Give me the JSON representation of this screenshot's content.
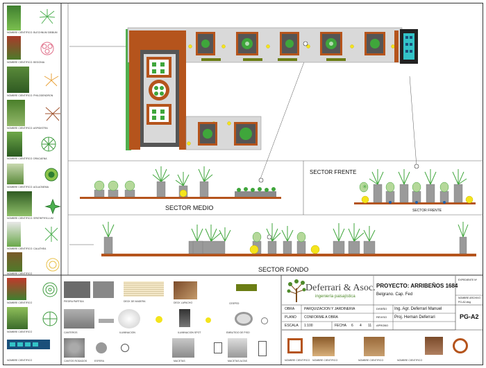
{
  "sectors": {
    "medio": "SECTOR MEDIO",
    "frente": "SECTOR FRENTE",
    "frente_small": "SECTOR FRENTE",
    "fondo": "SECTOR FONDO"
  },
  "plant_legend": [
    {
      "label": "NOMBRE CIENTIFICO: BLECHNUM GIBBUM"
    },
    {
      "label": "NOMBRE CIENTIFICO: BEGONIA"
    },
    {
      "label": "NOMBRE CIENTIFICO: PHILODENDRON"
    },
    {
      "label": "NOMBRE CIENTIFICO: ASPIDISTRA"
    },
    {
      "label": "NOMBRE CIENTIFICO: DRACAENA"
    },
    {
      "label": "NOMBRE CIENTIFICO: AGLAONEMA"
    },
    {
      "label": "NOMBRE CIENTIFICO: SPATHIPHYLLUM"
    },
    {
      "label": "NOMBRE CIENTIFICO: CALATHEA"
    },
    {
      "label": "NOMBRE CIENTIFICO"
    }
  ],
  "bottom_legend": [
    {
      "label": "NOMBRE CIENTIFICO"
    },
    {
      "label": "NOMBRE CIENTIFICO"
    },
    {
      "label": "NOMBRE CIENTIFICO"
    }
  ],
  "materials": [
    {
      "label": "PIEDRA PARTIDA"
    },
    {
      "label": "DECK DE MADERA"
    },
    {
      "label": "DECK LAPACHO"
    },
    {
      "label": "CESPED"
    },
    {
      "label": "CANTEROS"
    },
    {
      "label": "ILUMINACION"
    },
    {
      "label": "ILUMINACION SPOT"
    },
    {
      "label": "EMBUTIDO DE PISO"
    },
    {
      "label": "CANTOS RODADOS"
    },
    {
      "label": "ESFERA"
    },
    {
      "label": "MACETAS"
    },
    {
      "label": "MACETAS ALTAS"
    }
  ],
  "title_block": {
    "company": "Deferrari & Asoc.",
    "company_sub": "ingeniería paisajística",
    "proyecto_label": "PROYECTO: ARRIBEÑOS 1684",
    "proyecto_sub": "Belgrano. Cap. Fed",
    "expediente": "EXPEDIENTE Nº",
    "archivo_label": "NOMBRE ARCHIVO",
    "archivo": "PG-A2.dwg",
    "obra_label": "OBRA",
    "obra": "PARQUIZACION Y JARDINERIA",
    "plano_label": "PLANO",
    "plano": "CONFORME A OBRA",
    "escala_label": "ESCALA",
    "escala": "1:100",
    "fecha_label": "FECHA",
    "fecha_d": "6",
    "fecha_m": "4",
    "fecha_y": "11",
    "aprobo_label": "APROBO",
    "diseno_label": "DISEÑO",
    "diseno": "Ing. Agr. Deferrari Manuel",
    "reviso_label": "REVISO",
    "reviso": "Proj. Hernan Deferrari",
    "sheet": "PG-A2"
  },
  "title_materials": [
    {
      "label": "NOMBRE CIENTIFICO"
    },
    {
      "label": "NOMBRE CIENTIFICO"
    },
    {
      "label": "NOMBRE CIENTIFICO"
    },
    {
      "label": "NOMBRE CIENTIFICO"
    }
  ],
  "colors": {
    "wood": "#b5541c",
    "gravel": "#555555",
    "deck": "#d9d9d9",
    "lawn": "#3fa63b",
    "olive": "#6b7d14",
    "yellow": "#f4e41c",
    "pot": "#9a9a9a",
    "water": "#33c3c7"
  }
}
